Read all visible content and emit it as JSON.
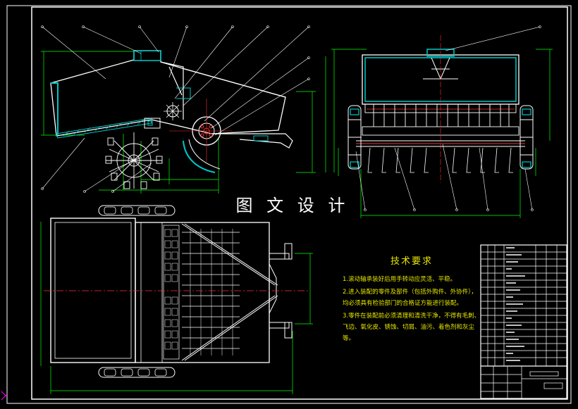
{
  "overlay_title": "图 文 设 计",
  "tech_requirements": {
    "title": "技术要求",
    "items": [
      "1.滚动轴承装好后用手转动应灵活、平稳。",
      "2.进入装配的零件及部件（包括外购件、外协件），均必须具有检验部门的合格证方能进行装配。",
      "3.零件在装配前必须清理和清洗干净，不得有毛刺、飞边、氧化皮、锈蚀、切屑、油污、着色剂和灰尘等。"
    ]
  },
  "colors": {
    "background": "#000000",
    "outline": "#ffffff",
    "dimension": "#00ff00",
    "centerline": "#ff3030",
    "hatch": "#00c8c8",
    "leader": "#ffffff",
    "notes": "#e6e600",
    "accent": "#ff00ff"
  }
}
